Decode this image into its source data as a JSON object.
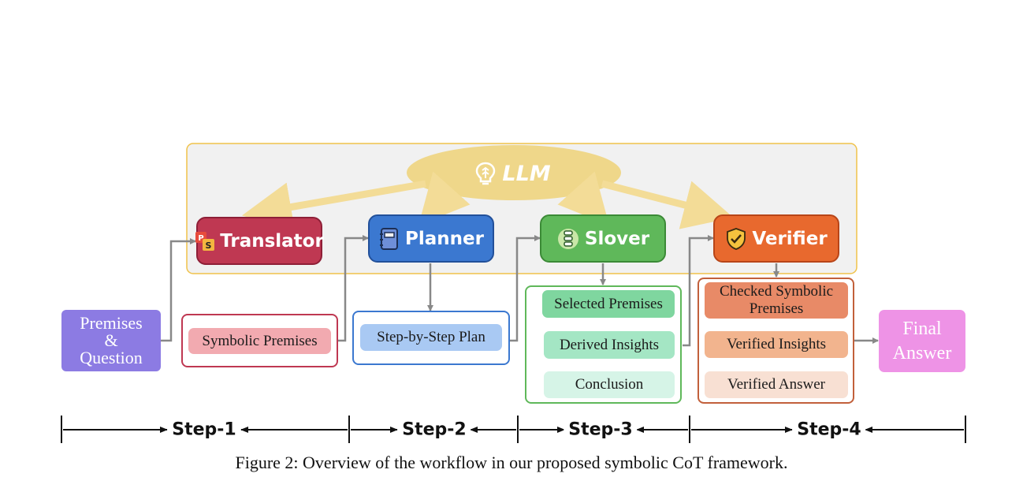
{
  "llm_label": "LLM",
  "input": {
    "line1": "Premises",
    "line2": "&",
    "line3": "Question"
  },
  "modules": {
    "translator": "Translator",
    "planner": "Planner",
    "solver": "Slover",
    "verifier": "Verifier"
  },
  "outputs": {
    "symbolic_premises": "Symbolic Premises",
    "plan": "Step-by-Step Plan",
    "solver": {
      "selected": "Selected Premises",
      "derived": "Derived Insights",
      "conclusion": "Conclusion"
    },
    "verifier": {
      "checked_line1": "Checked Symbolic",
      "checked_line2": "Premises",
      "insights": "Verified Insights",
      "answer": "Verified Answer"
    }
  },
  "final": {
    "line1": "Final",
    "line2": "Answer"
  },
  "steps": [
    "Step-1",
    "Step-2",
    "Step-3",
    "Step-4"
  ],
  "caption": "Figure 2: Overview of the workflow in our proposed symbolic CoT framework.",
  "colors": {
    "input": "#8c7be3",
    "translator": "#bf3852",
    "planner": "#3b78d0",
    "solver": "#5fb85a",
    "verifier": "#e8692e",
    "final": "#ee93e6",
    "llm": "#efd78a",
    "llm_panel_border": "#f0c24a"
  }
}
